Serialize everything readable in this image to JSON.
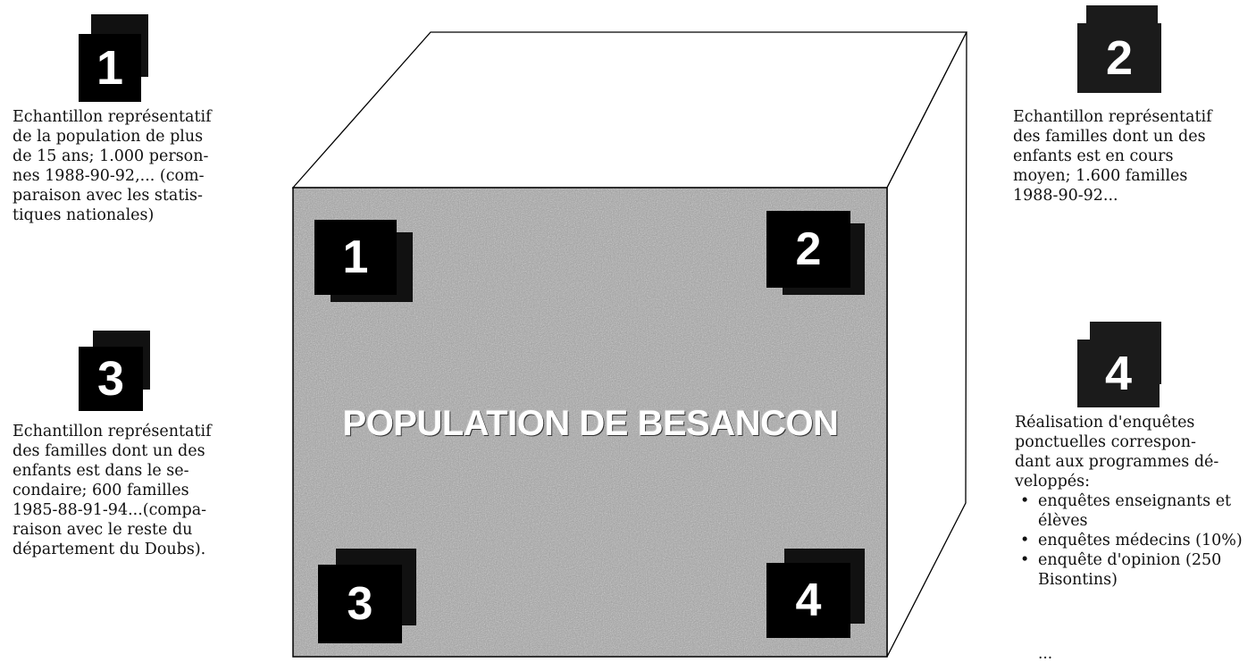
{
  "cube": {
    "title": "POPULATION DE BESANCON",
    "corner_numbers": [
      "1",
      "2",
      "3",
      "4"
    ]
  },
  "samples": [
    {
      "number": "1",
      "lines": [
        "Echantillon représentatif",
        "de la population de plus",
        "de 15 ans; 1.000 person-",
        "nes 1988-90-92,... (com-",
        "paraison avec les statis-",
        "tiques nationales)"
      ]
    },
    {
      "number": "2",
      "lines": [
        "Echantillon représentatif",
        "des familles dont un des",
        "enfants est en cours",
        "moyen; 1.600 familles",
        "1988-90-92..."
      ]
    },
    {
      "number": "3",
      "lines": [
        "Echantillon représentatif",
        "des familles dont un des",
        "enfants est dans le se-",
        "condaire; 600 familles",
        "1985-88-91-94...(compa-",
        "raison avec le reste du",
        "département du Doubs)."
      ]
    },
    {
      "number": "4",
      "lines": [
        "Réalisation d'enquêtes",
        "ponctuelles correspon-",
        "dant aux programmes dé-",
        "veloppés:"
      ],
      "bullets": [
        "enquêtes enseignants et élèves",
        "enquêtes médecins (10%)",
        "enquête d'opinion (250 Bisontins)"
      ],
      "ellipsis": "..."
    }
  ],
  "colors": {
    "face": "#9a9a9a",
    "ink": "#000000"
  }
}
